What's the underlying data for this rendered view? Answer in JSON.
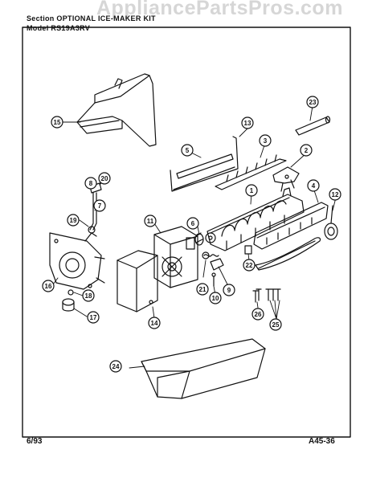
{
  "header": {
    "section_label": "Section",
    "section_value": "OPTIONAL ICE-MAKER KIT",
    "model_label": "Model",
    "model_value": "RS19A3RV"
  },
  "watermark": "AppliancePartsPros.com",
  "footer": {
    "date": "6/93",
    "page_code": "A45-36"
  },
  "callouts": [
    "1",
    "2",
    "3",
    "4",
    "5",
    "6",
    "7",
    "8",
    "9",
    "10",
    "11",
    "12",
    "13",
    "14",
    "15",
    "16",
    "17",
    "18",
    "19",
    "20",
    "21",
    "22",
    "23",
    "24",
    "25",
    "26"
  ]
}
